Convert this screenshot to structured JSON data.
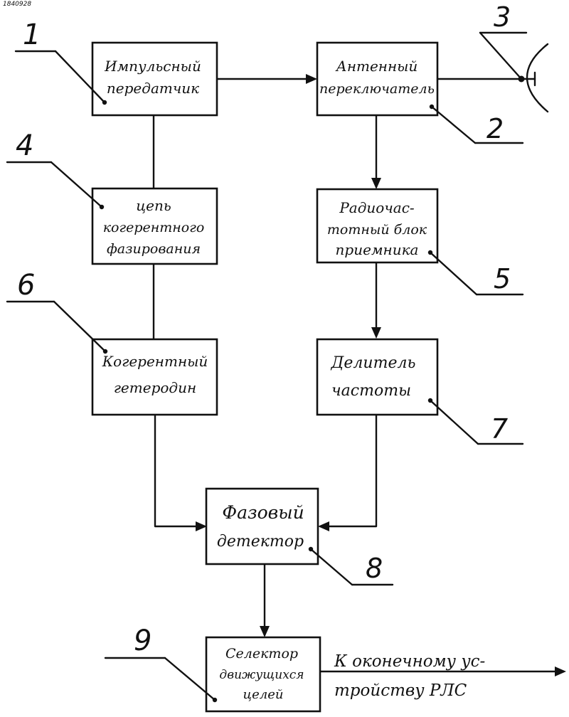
{
  "watermark": "1840928",
  "blocks": {
    "b1": [
      "Импульсный",
      "передатчик"
    ],
    "b2": [
      "Антенный",
      "переключатель"
    ],
    "b4": [
      "цепь",
      "когерентного",
      "фазирования"
    ],
    "b5": [
      "Радиочас-",
      "тотный блок",
      "приемника"
    ],
    "b6": [
      "Когерентный",
      "гетеродин"
    ],
    "b7": [
      "Делитель",
      "частоты"
    ],
    "b8": [
      "Фазовый",
      "детектор"
    ],
    "b9": [
      "Селектор",
      "движущихся",
      "целей"
    ]
  },
  "labels": {
    "l1": "1",
    "l2": "2",
    "l3": "3",
    "l4": "4",
    "l5": "5",
    "l6": "6",
    "l7": "7",
    "l8": "8",
    "l9": "9"
  },
  "output": {
    "line1": "К оконечному ус-",
    "line2": "тройству РЛС"
  }
}
